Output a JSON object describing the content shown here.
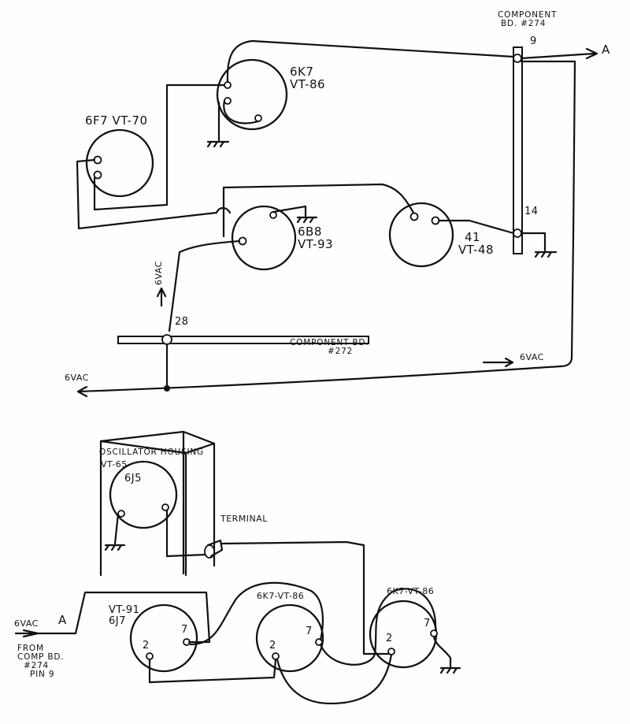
{
  "upper_circuit": {
    "board_274": {
      "title_line1": "COMPONENT",
      "title_line2": "BD. #274",
      "terminal_top": "9",
      "terminal_lower": "14",
      "output_label": "A"
    },
    "tube_6k7_top": {
      "type": "6K7",
      "military": "VT-86"
    },
    "tube_6f7": {
      "label": "6F7 VT-70"
    },
    "tube_6b8": {
      "type": "6B8",
      "military": "VT-93"
    },
    "tube_41": {
      "type": "41",
      "military": "VT-48"
    },
    "vertical_feed_label": "6VAC",
    "board_272": {
      "terminal": "28",
      "title_line1": "COMPONENT BD.",
      "title_line2": "#272"
    },
    "supply_left_label": "6VAC",
    "supply_right_label": "6VAC"
  },
  "lower_circuit": {
    "housing": {
      "title": "OSCILLATOR HOUSING",
      "tube_military": "VT-65",
      "tube_type": "6J5"
    },
    "terminal_label": "TERMINAL",
    "tube_vt91": {
      "military": "VT-91",
      "type": "6J7",
      "pin_a": "2",
      "pin_b": "7"
    },
    "tube_6k7_mid": {
      "label": "6K7-VT-86",
      "pin_a": "2",
      "pin_b": "7"
    },
    "tube_6k7_right": {
      "label": "6K7-VT-86",
      "pin_a": "2",
      "pin_b": "7"
    },
    "input_label": "6VAC",
    "input_ref": "A",
    "note_lines": [
      "FROM",
      "COMP BD.",
      "#274",
      "PIN 9"
    ]
  },
  "colors": {
    "ink": "#111111",
    "paper": "#fefefe"
  }
}
